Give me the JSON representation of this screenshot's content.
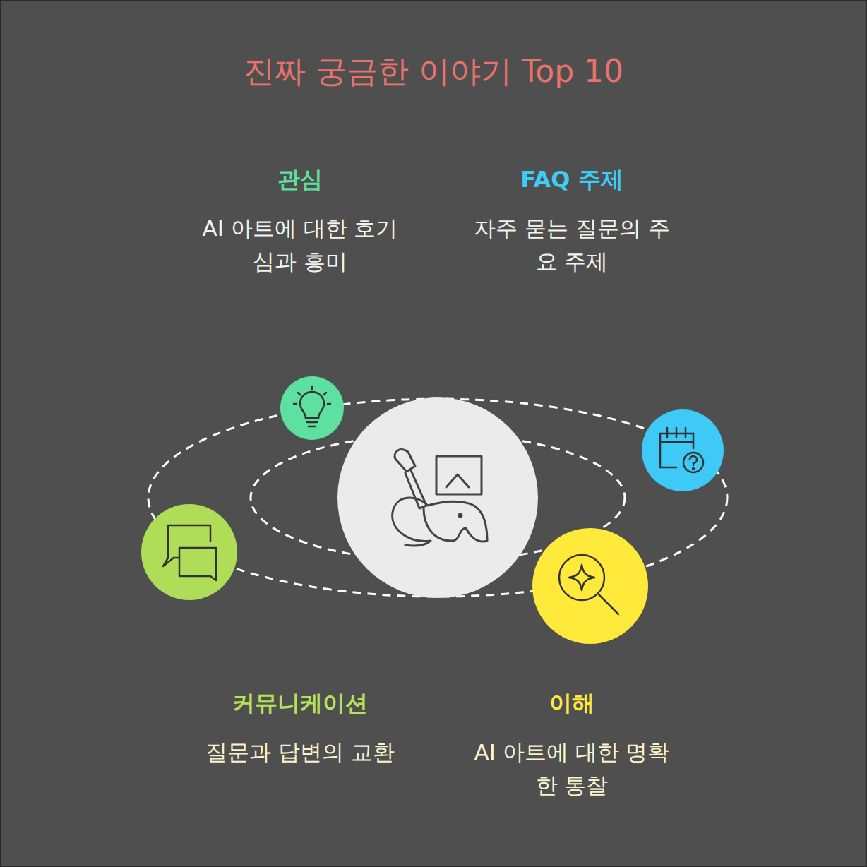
{
  "diagram": {
    "title": "진짜 궁금한 이야기 Top 10",
    "labels": [
      "관심",
      "AI 아트에 대한 호기심과 흥미",
      "FAQ 주제",
      "자주 묻는 질문의 주요 주제",
      "커뮤니케이션",
      "질문과 답변의 교환",
      "이해",
      "AI 아트에 대한 명확한 통찰"
    ]
  }
}
